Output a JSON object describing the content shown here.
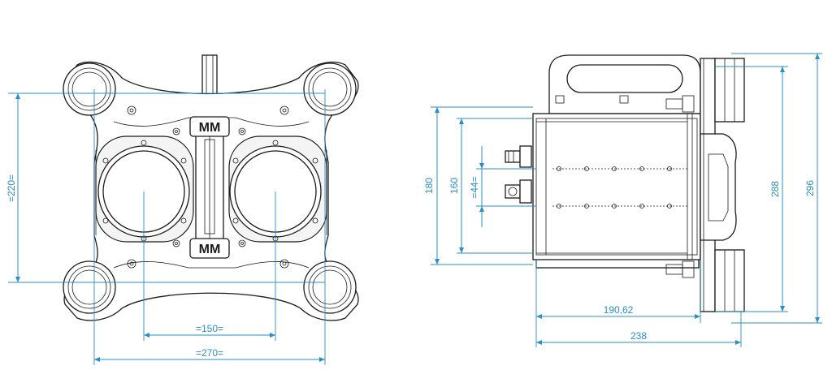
{
  "colors": {
    "outline": "#1a1a1a",
    "dimension": "#2a8fc4",
    "background": "#ffffff"
  },
  "front_view": {
    "dim_220": "=220=",
    "dim_150": "=150=",
    "dim_270": "=270=",
    "logo_text": "MM"
  },
  "side_view": {
    "dim_180": "180",
    "dim_160": "160",
    "dim_44": "=44=",
    "dim_288": "288",
    "dim_296": "296",
    "dim_190": "190,62",
    "dim_238": "238"
  }
}
